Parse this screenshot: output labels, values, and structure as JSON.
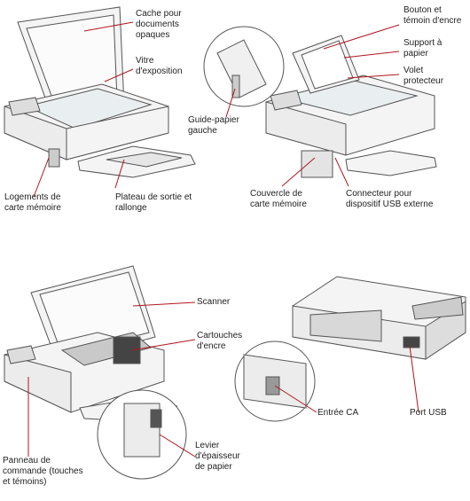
{
  "labels": {
    "cache": [
      "Cache pour",
      "documents",
      "opaques"
    ],
    "vitre": [
      "Vitre",
      "d'exposition"
    ],
    "logements": [
      "Logements de",
      "carte mémoire"
    ],
    "plateau": [
      "Plateau de sortie et",
      "rallonge"
    ],
    "bouton": [
      "Bouton et",
      "témoin d'encre"
    ],
    "support": [
      "Support à",
      "papier"
    ],
    "volet": [
      "Volet",
      "protecteur"
    ],
    "guide": [
      "Guide-papier",
      "gauche"
    ],
    "couvercle": [
      "Couvercle de",
      "carte mémoire"
    ],
    "connecteur": [
      "Connecteur pour",
      "dispositif USB externe"
    ],
    "scanner": [
      "Scanner"
    ],
    "cartouches": [
      "Cartouches",
      "d'encre"
    ],
    "panneau": [
      "Panneau de",
      "commande (touches",
      "et témoins)"
    ],
    "levier": [
      "Levier",
      "d'épaisseur",
      "de papier"
    ],
    "entree": [
      "Entrée CA"
    ],
    "port": [
      "Port USB"
    ]
  },
  "colors": {
    "line": "#b0161d",
    "outline": "#555555",
    "body": "#f4f4f4",
    "shade": "#d8d8d8"
  }
}
